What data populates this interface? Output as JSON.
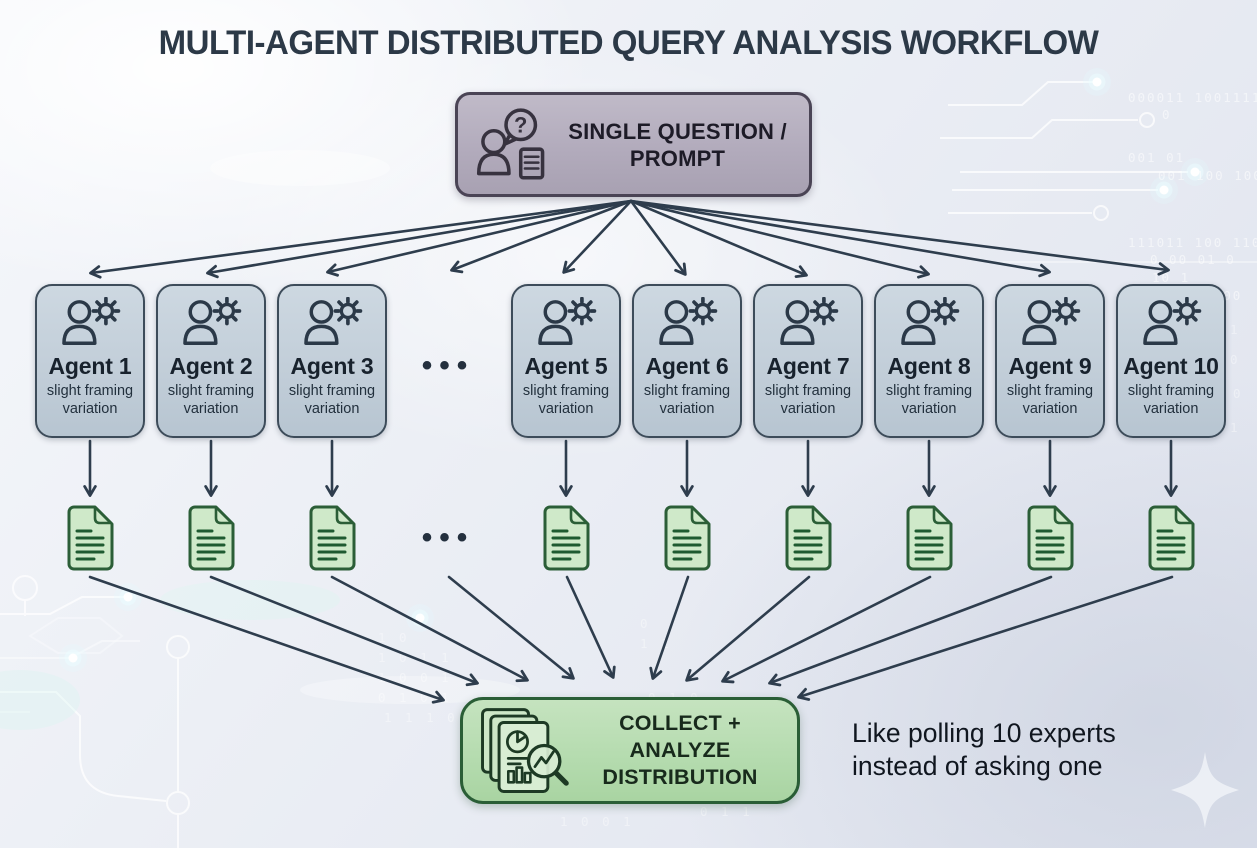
{
  "title": "MULTI-AGENT DISTRIBUTED QUERY ANALYSIS WORKFLOW",
  "top_box": {
    "icon": "user-question-prompt-icon",
    "line1": "SINGLE QUESTION /",
    "line2": "PROMPT"
  },
  "agents": [
    {
      "name": "Agent 1",
      "subtitle": "slight framing variation"
    },
    {
      "name": "Agent 2",
      "subtitle": "slight framing variation"
    },
    {
      "name": "Agent 3",
      "subtitle": "slight framing variation"
    },
    {
      "name": "Agent 5",
      "subtitle": "slight framing variation"
    },
    {
      "name": "Agent 6",
      "subtitle": "slight framing variation"
    },
    {
      "name": "Agent 7",
      "subtitle": "slight framing variation"
    },
    {
      "name": "Agent 8",
      "subtitle": "slight framing variation"
    },
    {
      "name": "Agent 9",
      "subtitle": "slight framing variation"
    },
    {
      "name": "Agent 10",
      "subtitle": "slight framing variation"
    }
  ],
  "ellipsis": "•••",
  "documents": {
    "icon": "document-icon",
    "visible_count": 9
  },
  "collect_box": {
    "icon": "reports-analysis-magnifier-icon",
    "line1": "COLLECT + ANALYZE",
    "line2": "DISTRIBUTION"
  },
  "note": {
    "line1": "Like polling 10 experts",
    "line2": "instead of asking one"
  },
  "colors": {
    "title_text": "#2c3947",
    "top_box_fill": "#b2abbc",
    "top_box_border": "#4a4455",
    "agent_fill": "#c4d0da",
    "agent_border": "#3d4c5a",
    "document_fill": "#cfe9c9",
    "document_stroke": "#2b5e37",
    "collect_fill": "#b6ddb0",
    "collect_border": "#2a5e36",
    "arrow": "#2e3d4d",
    "background": "#e9ecf3"
  }
}
